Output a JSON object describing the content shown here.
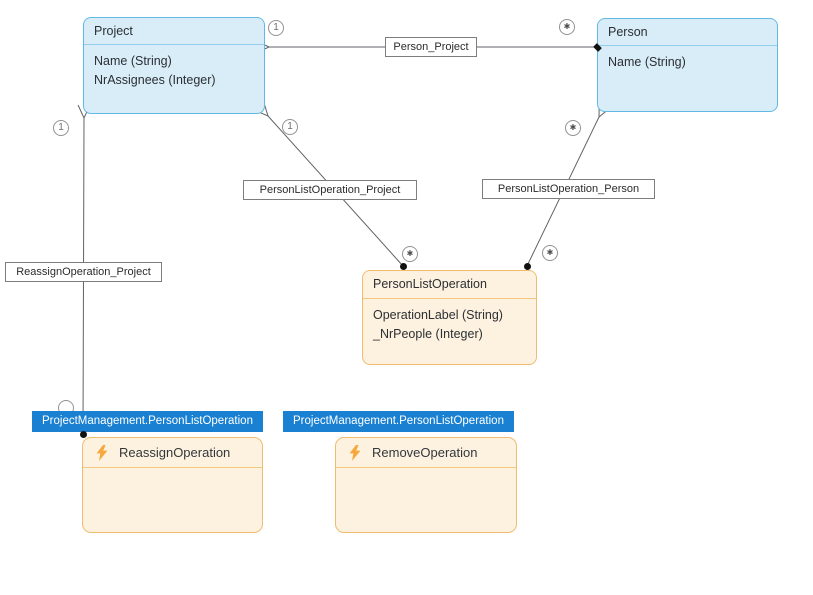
{
  "entities": {
    "project": {
      "title": "Project",
      "attrs": [
        "Name (String)",
        "NrAssignees (Integer)"
      ]
    },
    "person": {
      "title": "Person",
      "attrs": [
        "Name (String)"
      ]
    },
    "person_list_operation": {
      "title": "PersonListOperation",
      "attrs": [
        "OperationLabel (String)",
        "_NrPeople (Integer)"
      ]
    }
  },
  "operations": {
    "reassign": {
      "banner": "ProjectManagement.PersonListOperation",
      "title": "ReassignOperation"
    },
    "remove": {
      "banner": "ProjectManagement.PersonListOperation",
      "title": "RemoveOperation"
    }
  },
  "relationships": {
    "person_project": {
      "label": "Person_Project",
      "target_multiplicity": "1",
      "source_multiplicity": "*"
    },
    "plo_project": {
      "label": "PersonListOperation_Project",
      "target_multiplicity": "1",
      "source_multiplicity": "*"
    },
    "plo_person": {
      "label": "PersonListOperation_Person",
      "target_multiplicity": "*",
      "source_multiplicity": "*"
    },
    "reassign_project": {
      "label": "ReassignOperation_Project",
      "target_multiplicity": "1"
    }
  },
  "multiplicity_symbols": {
    "one": "1",
    "many": "✱"
  },
  "colors": {
    "entity_fill": "#d9edf9",
    "entity_border": "#62b9e4",
    "operation_fill": "#fdf2e0",
    "operation_border": "#f0bc70",
    "banner_bg": "#1980d2",
    "banner_text": "#ffffff",
    "connector": "#5f6368",
    "label_border": "#7d7d7d",
    "lightning": "#f6a83c"
  }
}
